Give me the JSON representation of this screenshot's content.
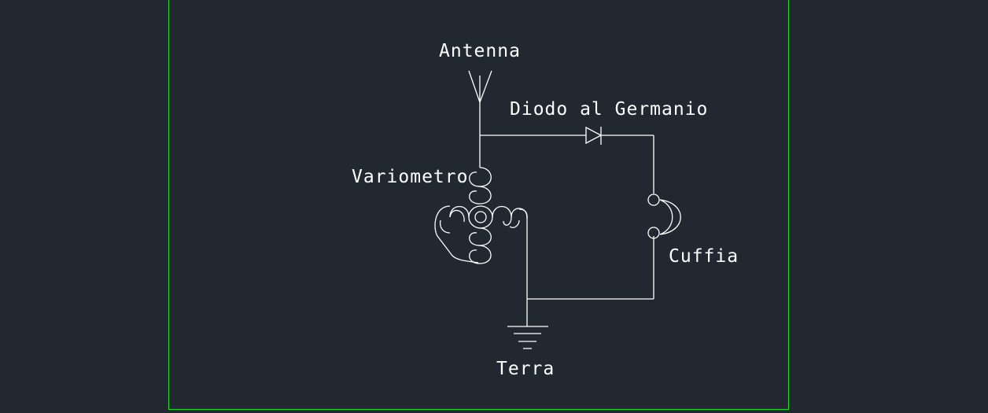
{
  "colors": {
    "background": "#212830",
    "frame": "#2bd12b",
    "stroke": "#ffffff"
  },
  "labels": {
    "antenna": "Antenna",
    "diode": "Diodo al Germanio",
    "variometer": "Variometro",
    "headphones": "Cuffia",
    "ground": "Terra"
  }
}
